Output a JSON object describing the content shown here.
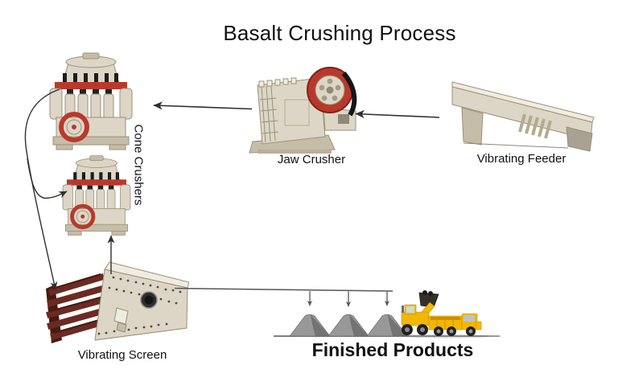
{
  "diagram": {
    "title": "Basalt Crushing Process",
    "nodes": {
      "cone_crushers": {
        "label": "Cone Crushers"
      },
      "jaw_crusher": {
        "label": "Jaw Crusher"
      },
      "vibrating_feeder": {
        "label": "Vibrating Feeder"
      },
      "vibrating_screen": {
        "label": "Vibrating Screen"
      },
      "finished_products": {
        "label": "Finished Products"
      }
    },
    "flows": [
      {
        "from": "Vibrating Feeder",
        "to": "Jaw Crusher"
      },
      {
        "from": "Jaw Crusher",
        "to": "Cone Crushers"
      },
      {
        "from": "Cone Crushers",
        "to": "Vibrating Screen"
      },
      {
        "from": "Vibrating Screen",
        "to": "Cone Crushers"
      },
      {
        "from": "Vibrating Screen",
        "to": "Finished Products"
      }
    ],
    "colors": {
      "machine_body": "#ddd6c6",
      "machine_body_light": "#f0ece0",
      "machine_body_dark": "#c6bda9",
      "machine_outline": "#9a9078",
      "accent_red": "#b8392b",
      "accent_red_dark": "#7c241b",
      "screen_maroon": "#6b2b22",
      "screen_maroon_dark": "#471a13",
      "vehicle_yellow": "#f2b705",
      "vehicle_yellow_dark": "#c98f00",
      "pile_gray": "#989898",
      "pile_gray_dark": "#6c6c6c",
      "line_color": "#2f2f2f",
      "connector_gray": "#555555",
      "text_color": "#101010"
    }
  }
}
